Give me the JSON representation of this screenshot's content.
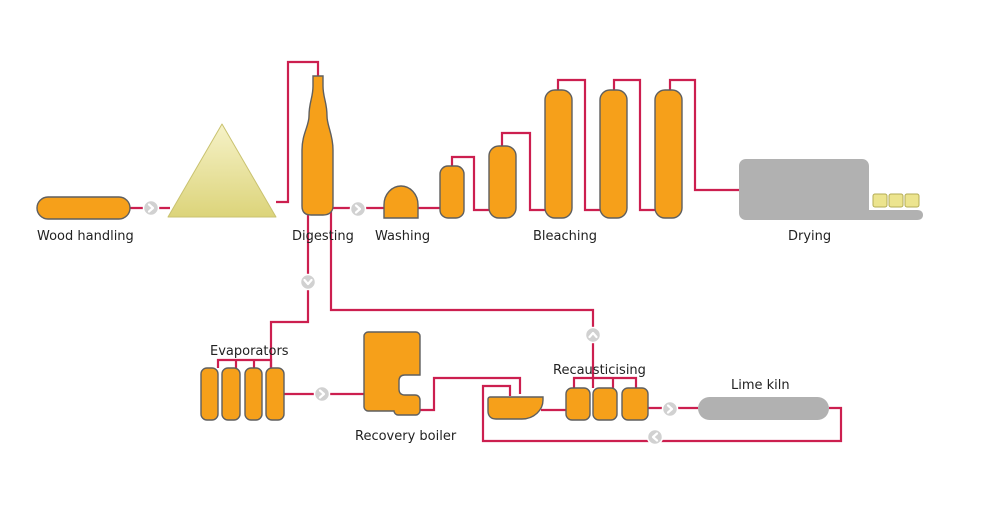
{
  "stages": {
    "wood_handling": "Wood handling",
    "digesting": "Digesting",
    "washing": "Washing",
    "bleaching": "Bleaching",
    "drying": "Drying",
    "evaporators": "Evaporators",
    "recovery_boiler": "Recovery boiler",
    "recausticising": "Recausticising",
    "lime_kiln": "Lime kiln"
  },
  "colors": {
    "pipe": "#cc1f4f",
    "vessel": "#f6a01a",
    "vessel_outline": "#5f5f5f",
    "pulp_pile": "#ece48e",
    "dryer": "#b1b1b1",
    "flow_arrow": "#d1d1d1"
  },
  "icons": {
    "flow_arrow": "circle-chevron-icon"
  }
}
